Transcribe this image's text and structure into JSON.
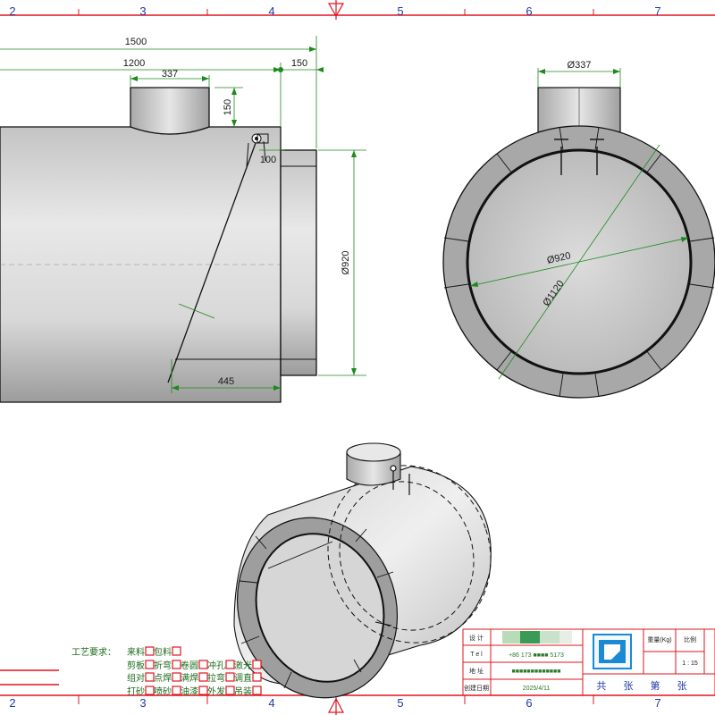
{
  "zones": {
    "top": [
      "2",
      "3",
      "4",
      "5",
      "6",
      "7"
    ],
    "bottom": [
      "2",
      "3",
      "4",
      "5",
      "6",
      "7"
    ]
  },
  "side_view": {
    "dim_total": "1500",
    "dim_pipe_pos": "1200",
    "dim_pipe_dia": "337",
    "dim_end": "150",
    "dim_pipe_h": "150",
    "dim_bracket": "100",
    "dim_dia": "Ø920",
    "dim_cut": "445"
  },
  "end_view": {
    "dim_pipe": "Ø337",
    "dim_inner": "Ø920",
    "dim_outer": "Ø1120"
  },
  "process": {
    "title": "工艺要求：",
    "items": [
      [
        "来料",
        "包料"
      ],
      [
        "剪板",
        "折弯",
        "卷圆",
        "冲孔",
        "激光"
      ],
      [
        "组对",
        "点焊",
        "满焊",
        "拉弯",
        "调直"
      ],
      [
        "打砂",
        "喷砂",
        "油漆",
        "外发",
        "吊装"
      ]
    ]
  },
  "title_block": {
    "design_label": "设 计",
    "tel_label": "T e l",
    "tel_value": "+86 173 ■■■■ 5173",
    "addr_label": "地 址",
    "addr_value": "■■■■■■■■■■■■■",
    "date_label": "创建日期",
    "date_value": "2025/4/11",
    "weight_label": "重量(Kg)",
    "scale_label": "比例",
    "scale_value": "1 : 15",
    "sheets": "共 张 第 张"
  },
  "colors": {
    "frame_red": "#e0141e",
    "dim_green": "#1d8a1d",
    "zone_blue": "#1f3aa8",
    "logo_blue": "#1a8ad4"
  }
}
